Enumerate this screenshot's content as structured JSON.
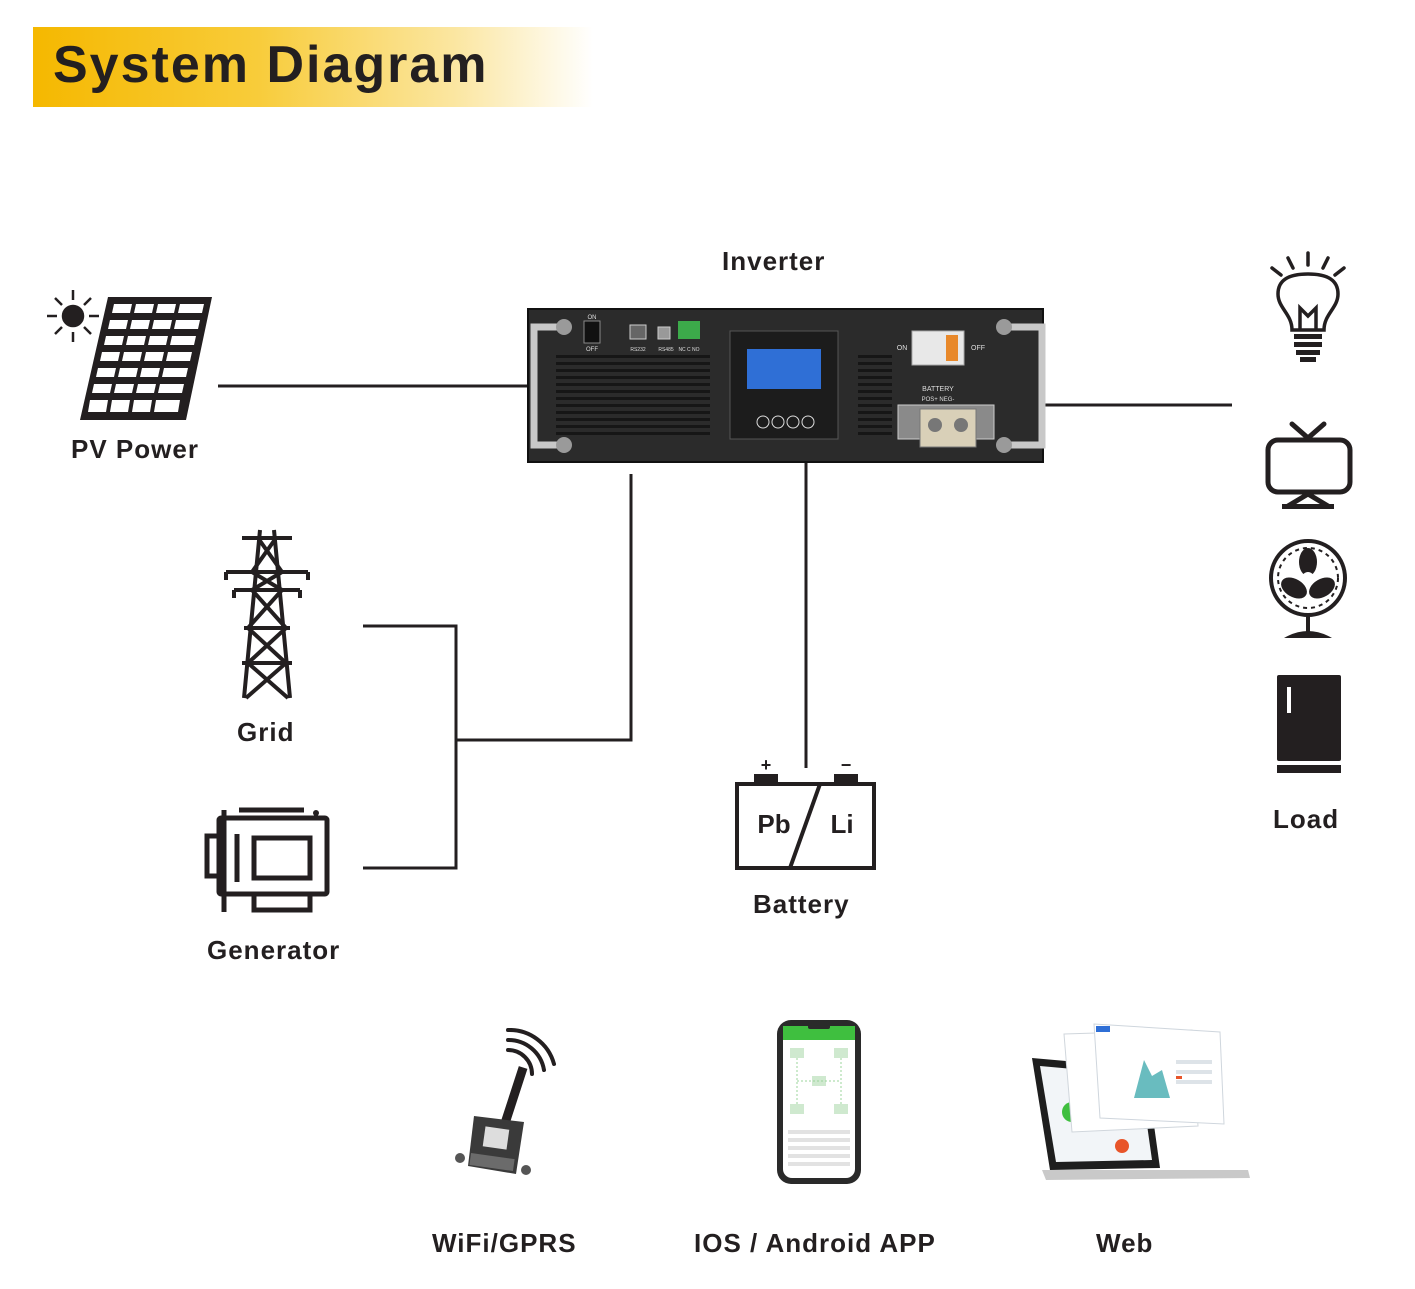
{
  "header": {
    "title": "System Diagram"
  },
  "inverter": {
    "label": "Inverter",
    "panel": {
      "switch_on": "ON",
      "switch_off": "OFF",
      "port_rs232": "RS232",
      "port_rs485": "RS485",
      "relay_pins": "NC C NO",
      "breaker_on": "ON",
      "breaker_off": "OFF",
      "battery_label": "BATTERY",
      "battery_terminals": "POS+  NEG-"
    }
  },
  "sources": {
    "pv": "PV Power",
    "grid": "Grid",
    "generator": "Generator"
  },
  "battery": {
    "label": "Battery",
    "left_chem": "Pb",
    "right_chem": "Li",
    "plus": "+",
    "minus": "−"
  },
  "load": {
    "label": "Load"
  },
  "monitoring": {
    "wifi": "WiFi/GPRS",
    "app": "IOS / Android APP",
    "web": "Web"
  },
  "colors": {
    "accent": "#f5b800",
    "line": "#231f20",
    "screen": "#2f6fd6",
    "app_green": "#3fbf3f"
  },
  "icons": [
    "sun-icon",
    "solar-panel-icon",
    "pylon-icon",
    "generator-icon",
    "battery-icon",
    "bulb-icon",
    "tv-icon",
    "fan-icon",
    "fridge-icon",
    "wifi-dongle-icon",
    "phone-icon",
    "laptop-icon"
  ]
}
